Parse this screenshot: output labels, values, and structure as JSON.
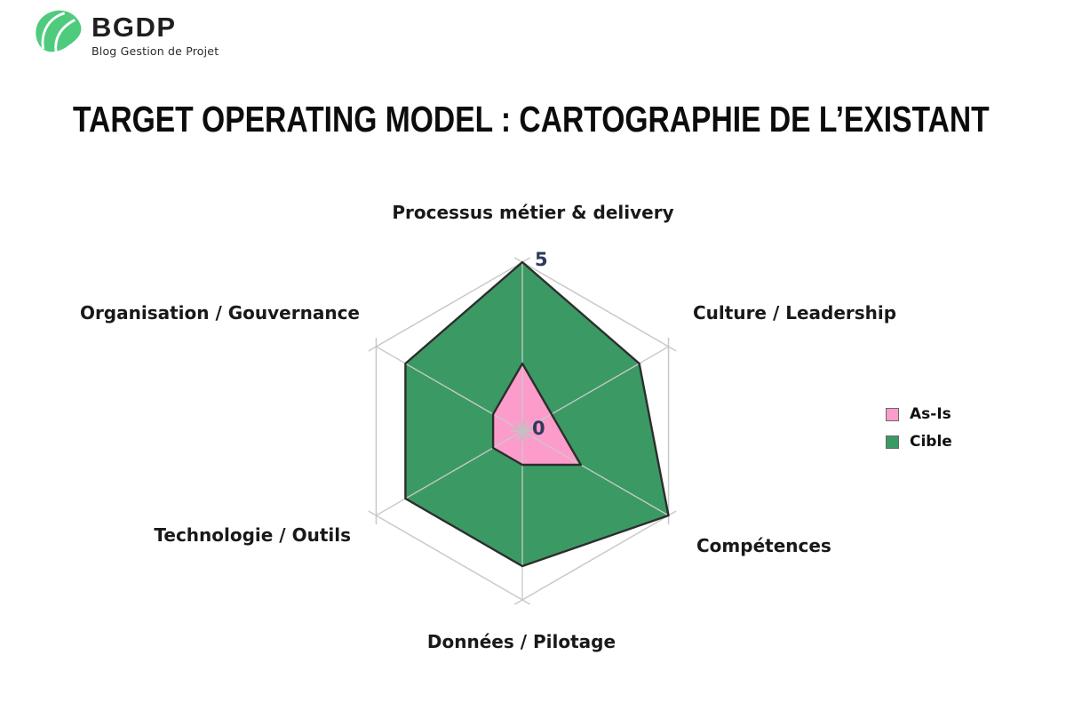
{
  "logo": {
    "name": "BGDP",
    "subtitle": "Blog Gestion de Projet",
    "icon": "leaf-icon",
    "icon_color": "#4ecb7d"
  },
  "title": "TARGET OPERATING MODEL : CARTOGRAPHIE DE L’EXISTANT",
  "chart_data": {
    "type": "radar",
    "categories": [
      "Processus métier & delivery",
      "Culture / Leadership",
      "Compétences",
      "Données / Pilotage",
      "Technologie / Outils",
      "Organisation / Gouvernance"
    ],
    "series": [
      {
        "name": "As-Is",
        "values": [
          2,
          1,
          2,
          1,
          1,
          1
        ],
        "fill": "#fc9ccb"
      },
      {
        "name": "Cible",
        "values": [
          5,
          4,
          5,
          4,
          4,
          4
        ],
        "fill": "#3b9a63"
      }
    ],
    "axis_range": [
      0,
      5
    ],
    "ticks": {
      "min": "0",
      "max": "5"
    },
    "grid": "hexagon outline with radial spokes, ticks beyond corners, light gray",
    "grid_color": "#c9c9c9",
    "outline_color": "#2d2d2d",
    "tick_color": "#2d3a5e",
    "legend_position": "right"
  }
}
